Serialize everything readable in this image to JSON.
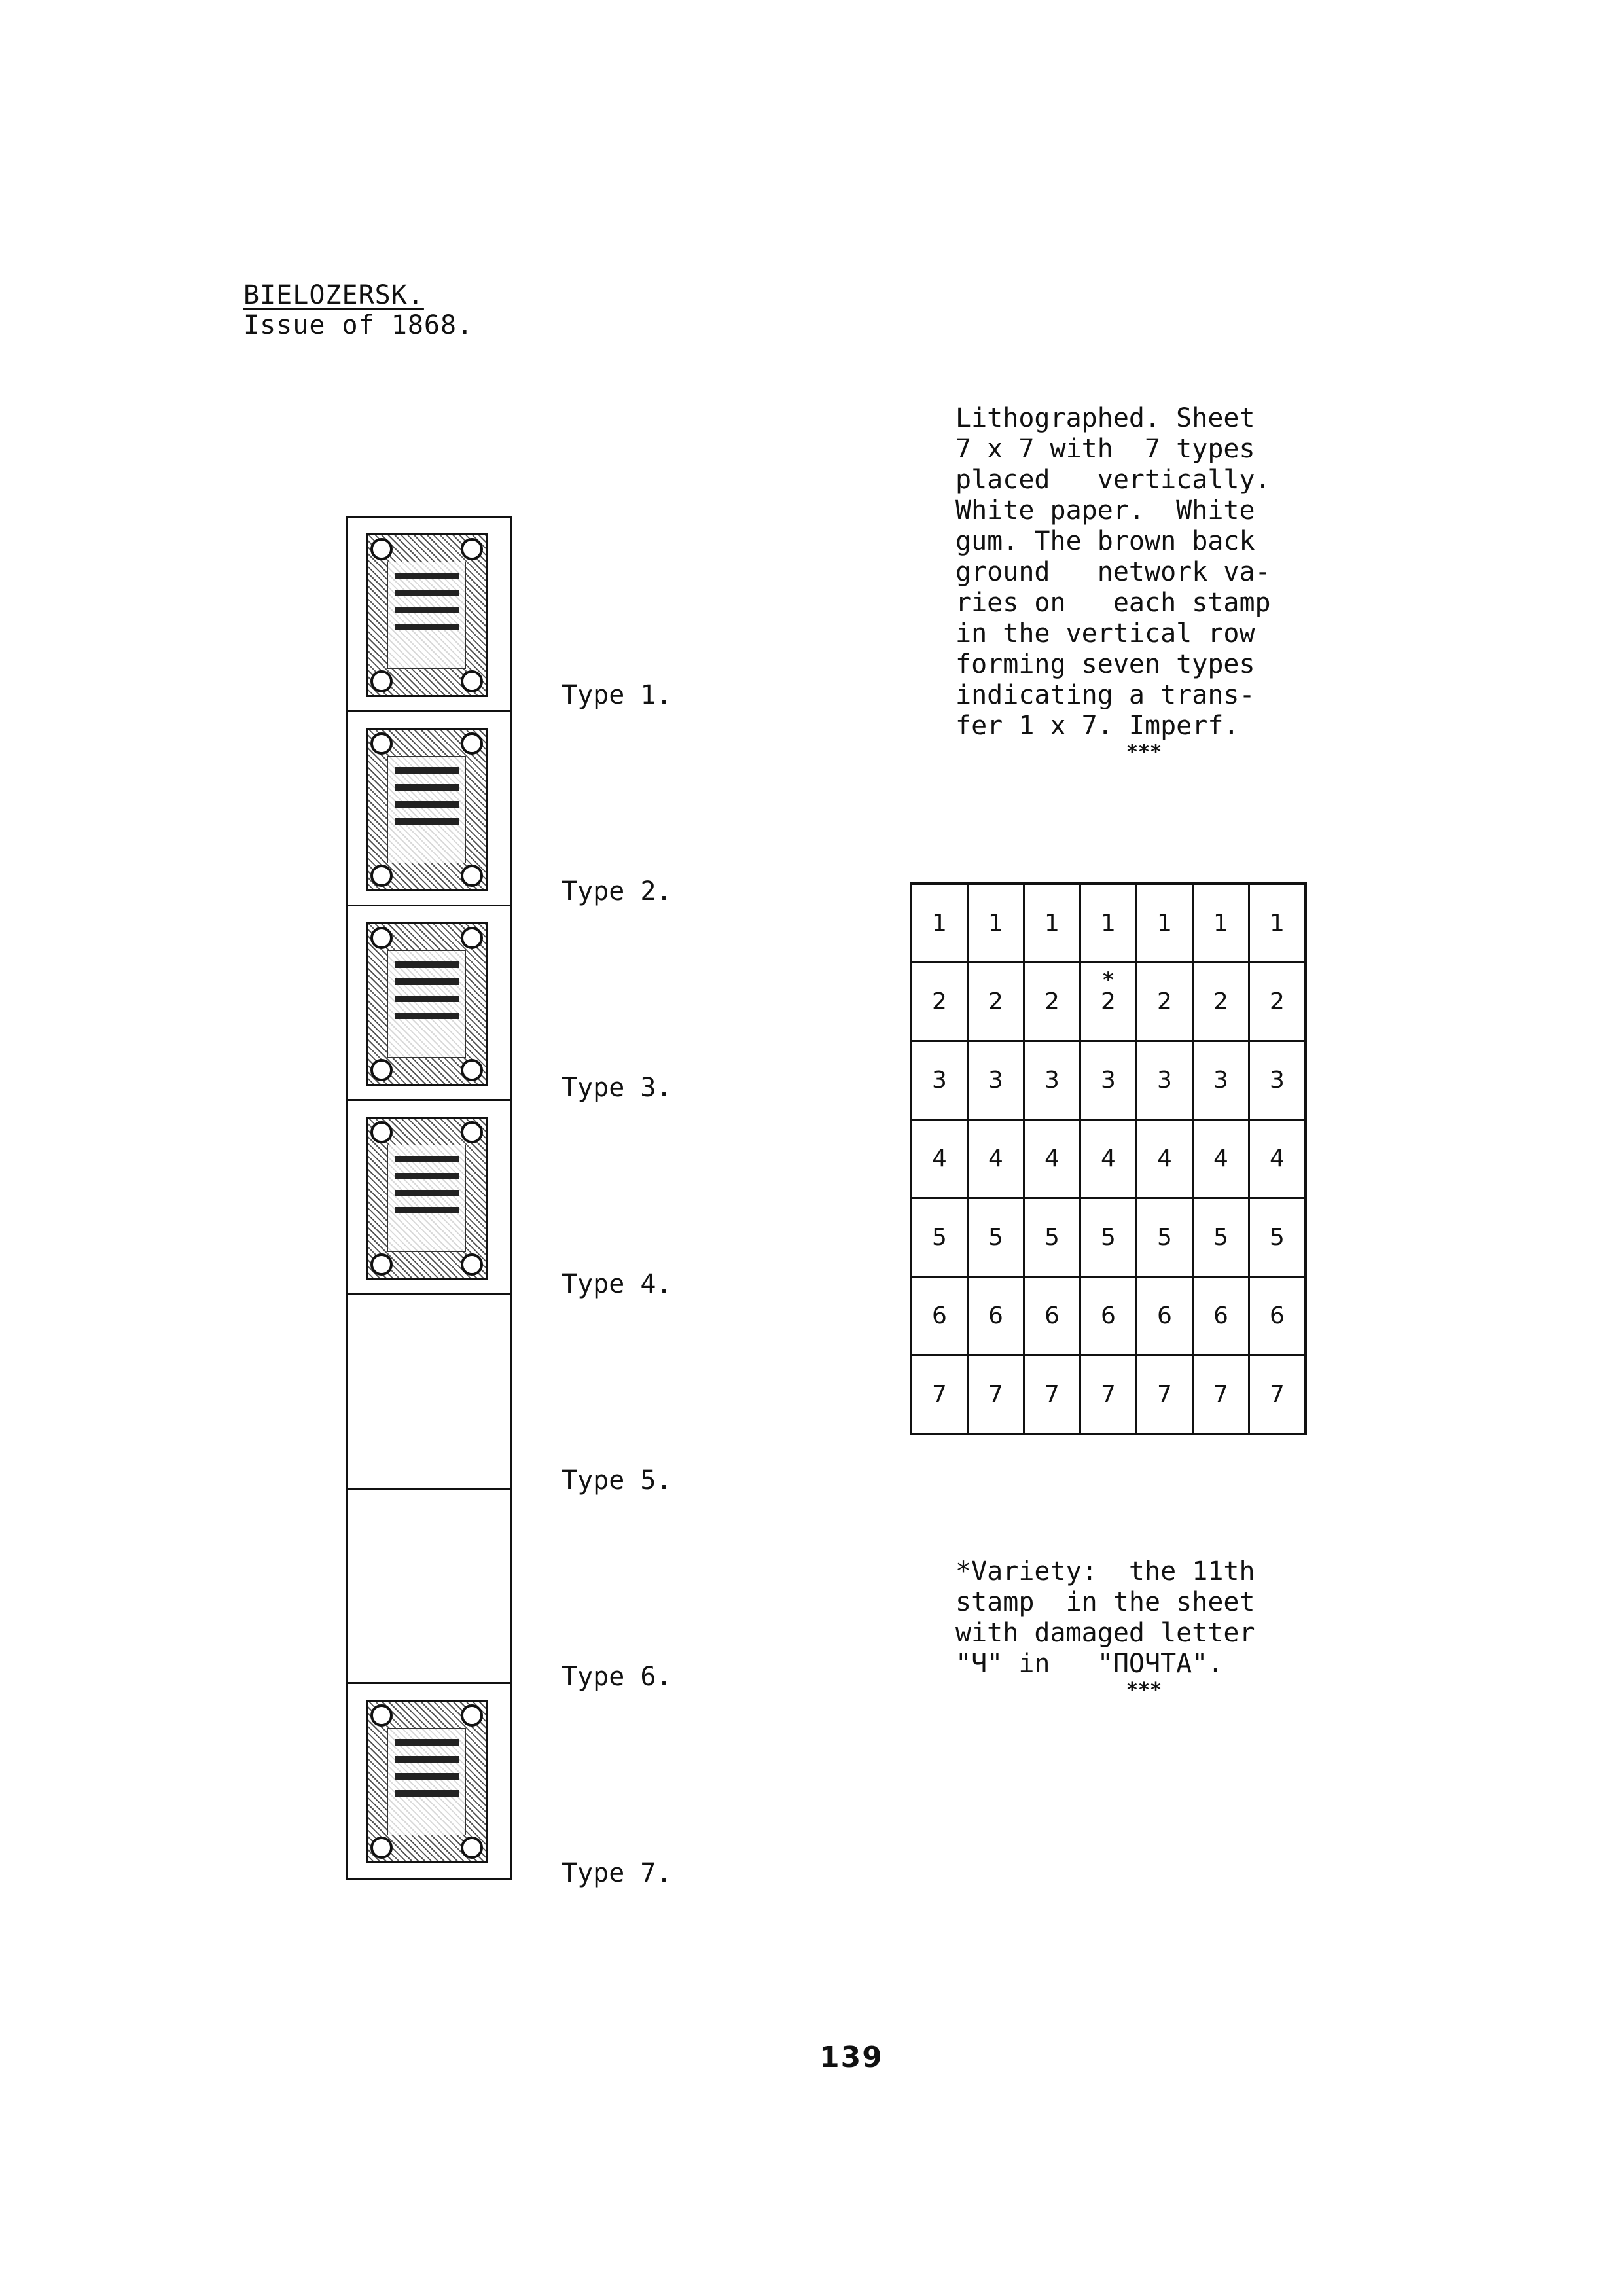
{
  "heading": {
    "title": "BIELOZERSK.",
    "subtitle": "Issue of 1868."
  },
  "types": [
    {
      "label": "Type 1.",
      "has_stamp": true
    },
    {
      "label": "Type 2.",
      "has_stamp": true
    },
    {
      "label": "Type 3.",
      "has_stamp": true
    },
    {
      "label": "Type 4.",
      "has_stamp": true
    },
    {
      "label": "Type 5.",
      "has_stamp": false
    },
    {
      "label": "Type 6.",
      "has_stamp": false
    },
    {
      "label": "Type 7.",
      "has_stamp": true
    }
  ],
  "description": {
    "lines": [
      "Lithographed. Sheet",
      "7 x 7 with  7 types",
      "placed   vertically.",
      "White paper.  White",
      "gum. The brown back",
      "ground   network va-",
      "ries on   each stamp",
      "in the vertical row",
      "forming seven types",
      "indicating a trans-",
      "fer 1 x 7. Imperf."
    ],
    "stars": "***"
  },
  "sheet": {
    "rows": [
      [
        "1",
        "1",
        "1",
        "1",
        "1",
        "1",
        "1"
      ],
      [
        "2",
        "2",
        "2",
        "2",
        "2",
        "2",
        "2"
      ],
      [
        "3",
        "3",
        "3",
        "3",
        "3",
        "3",
        "3"
      ],
      [
        "4",
        "4",
        "4",
        "4",
        "4",
        "4",
        "4"
      ],
      [
        "5",
        "5",
        "5",
        "5",
        "5",
        "5",
        "5"
      ],
      [
        "6",
        "6",
        "6",
        "6",
        "6",
        "6",
        "6"
      ],
      [
        "7",
        "7",
        "7",
        "7",
        "7",
        "7",
        "7"
      ]
    ],
    "variety_mark": "*"
  },
  "variety": {
    "lines": [
      "*Variety:  the 11th",
      "stamp  in the sheet",
      "with damaged letter",
      "\"Ч\" in   \"ПОЧТА\"."
    ],
    "stars": "***"
  },
  "page_number": "139"
}
